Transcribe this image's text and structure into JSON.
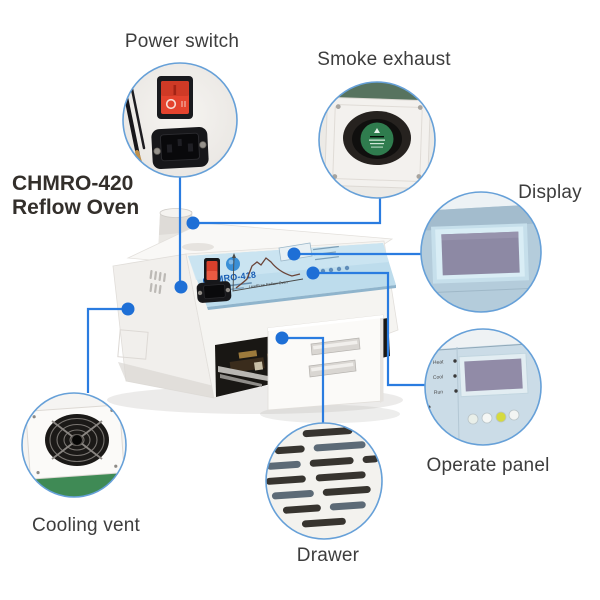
{
  "title": {
    "model": "CHMRO-420",
    "product": "Reflow Oven"
  },
  "callouts": {
    "power_switch": {
      "label": "Power switch"
    },
    "smoke_exhaust": {
      "label": "Smoke exhaust"
    },
    "display": {
      "label": "Display"
    },
    "operate_panel": {
      "label": "Operate panel"
    },
    "drawer": {
      "label": "Drawer"
    },
    "cooling_vent": {
      "label": "Cooling vent"
    }
  },
  "device": {
    "panel": {
      "model": "CHMRO-418",
      "tagline": "LeadFree Reflow Oven"
    },
    "operate_panel": {
      "indicators": [
        "Heat",
        "Cool",
        "Run"
      ]
    }
  },
  "colors": {
    "connector_blue": "#2a7ce0",
    "dot_blue": "#1e6fd6",
    "circle_border": "#66a0d8",
    "label_text": "#3d3d3d",
    "title_text": "#332f2b",
    "panel_blue": "#b9d8e8",
    "switch_red": "#e4432e",
    "fan_label_green": "#2f7c4e",
    "vent_band_green": "#3f8a55",
    "exhaust_band_green": "#57735f"
  }
}
